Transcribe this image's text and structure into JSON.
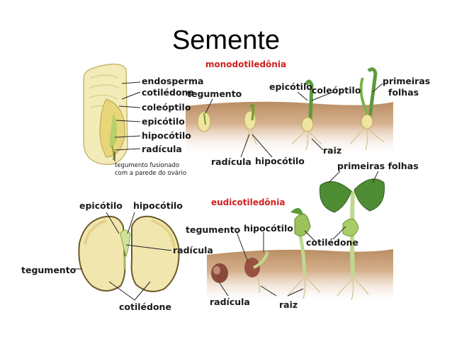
{
  "title": "Semente",
  "mono": {
    "heading": "monodotiledônia",
    "labels": {
      "endosperma": "endosperma",
      "cotiledone": "cotilédone",
      "coleoptilo": "coleóptilo",
      "epicotilo": "epicótilo",
      "hipocotilo": "hipocótilo",
      "radicula": "radícula",
      "tegumento_fusionado_1": "tegumento fusionado",
      "tegumento_fusionado_2": "com a parede do ovário",
      "tegumento": "tegumento",
      "epicotilo_top": "epicótilo",
      "coleoptilo_top": "coleóptilo",
      "primeiras_1": "primeiras",
      "primeiras_2": "folhas",
      "raiz": "raiz",
      "radicula_bottom": "radícula",
      "hipocotilo_bottom": "hipocótilo"
    }
  },
  "eudi": {
    "heading": "eudicotiledônia",
    "labels": {
      "epicotilo": "epicótilo",
      "hipocotilo": "hipocótilo",
      "radicula": "radícula",
      "tegumento": "tegumento",
      "cotiledone": "cotilédone",
      "primeiras_folhas": "primeiras folhas",
      "tegumento_right": "tegumento",
      "hipocotilo_right": "hipocótilo",
      "cotiledone_right": "cotilédone",
      "radicula_bottom": "radícula",
      "raiz": "raiz"
    }
  },
  "colors": {
    "soil": "#c79a6e",
    "seed": "#f2e6a8",
    "stem": "#bcd88a",
    "leaf": "#5c9a3c",
    "heading": "#d11f1f"
  }
}
